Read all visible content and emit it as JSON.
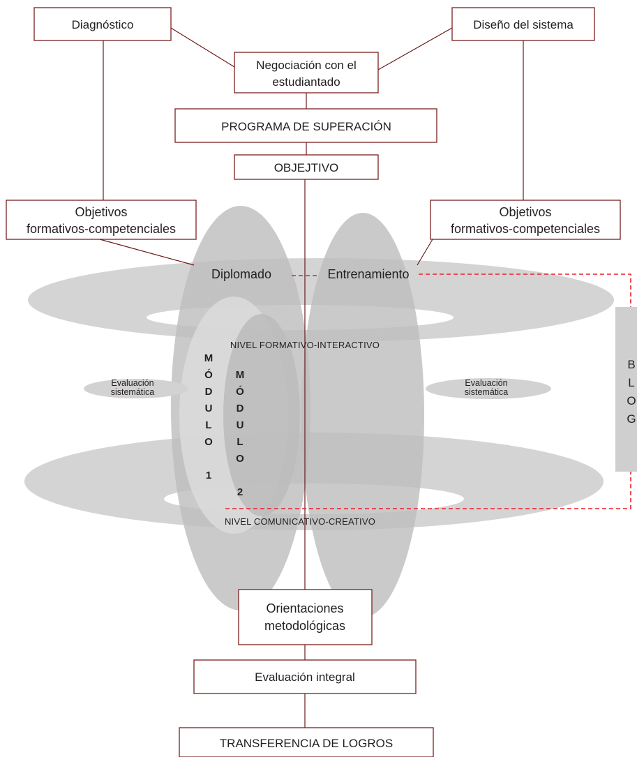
{
  "boxes": {
    "diagnostico": "Diagnóstico",
    "diseno": "Diseño del sistema",
    "negociacion_1": "Negociación con el",
    "negociacion_2": "estudiantado",
    "programa": "PROGRAMA DE SUPERACIÓN",
    "objetivo": "OBJEJTIVO",
    "obj_left_1": "Objetivos",
    "obj_left_2": "formativos-competenciales",
    "obj_right_1": "Objetivos",
    "obj_right_2": "formativos-competenciales",
    "orientaciones_1": "Orientaciones",
    "orientaciones_2": "metodológicas",
    "evaluacion_integral": "Evaluación integral",
    "transferencia": "TRANSFERENCIA DE LOGROS"
  },
  "center": {
    "diplomado": "Diplomado",
    "entrenamiento": "Entrenamiento",
    "nivel_formativo": "NIVEL FORMATIVO-INTERACTIVO",
    "nivel_comunicativo": "NIVEL COMUNICATIVO-CREATIVO",
    "eval_left_1": "Evaluación",
    "eval_left_2": "sistemática",
    "eval_right_1": "Evaluación",
    "eval_right_2": "sistemática"
  },
  "modulo1": [
    "M",
    "Ó",
    "D",
    "U",
    "L",
    "O",
    "",
    "1"
  ],
  "modulo2": [
    "M",
    "Ó",
    "D",
    "U",
    "L",
    "O",
    "",
    "2"
  ],
  "blog": [
    "B",
    "L",
    "O",
    "G"
  ],
  "colors": {
    "box_border": "#7a1f1f",
    "connector": "#6b1a1a",
    "dashed": "#e8202a",
    "ellipse": "#c8c8c8"
  }
}
